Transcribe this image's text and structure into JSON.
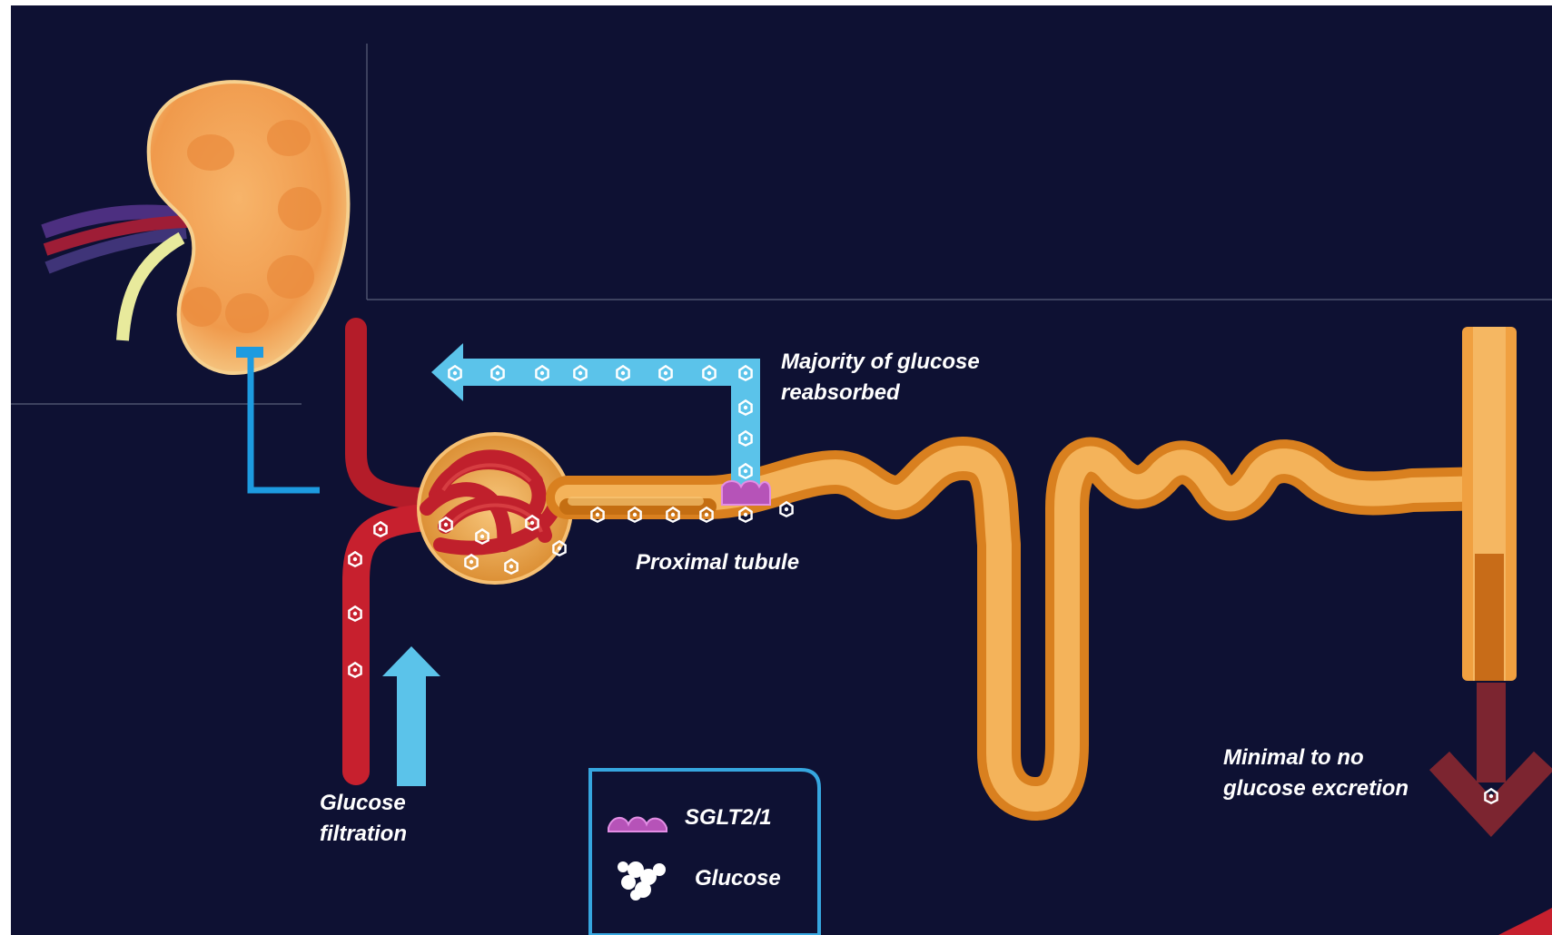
{
  "labels": {
    "reabsorbed_line1": "Majority of glucose",
    "reabsorbed_line2": "reabsorbed",
    "proximal_tubule": "Proximal tubule",
    "filtration_line1": "Glucose",
    "filtration_line2": "filtration",
    "excretion_line1": "Minimal to no",
    "excretion_line2": "glucose excretion"
  },
  "legend": {
    "items": [
      {
        "icon": "sglt-transporter-icon",
        "label": "SGLT2/1"
      },
      {
        "icon": "glucose-molecule-icon",
        "label": "Glucose"
      }
    ]
  },
  "colors": {
    "background": "#0e1133",
    "arrow_blue": "#5bc3ea",
    "bracket_blue": "#1d9be0",
    "vessel_red": "#c7202e",
    "tubule_orange": "#f0a040",
    "kidney_orange": "#f4a45c",
    "excretion_arrow": "#7c2530",
    "sglt_magenta": "#b653b8",
    "legend_border": "#36a6df"
  }
}
